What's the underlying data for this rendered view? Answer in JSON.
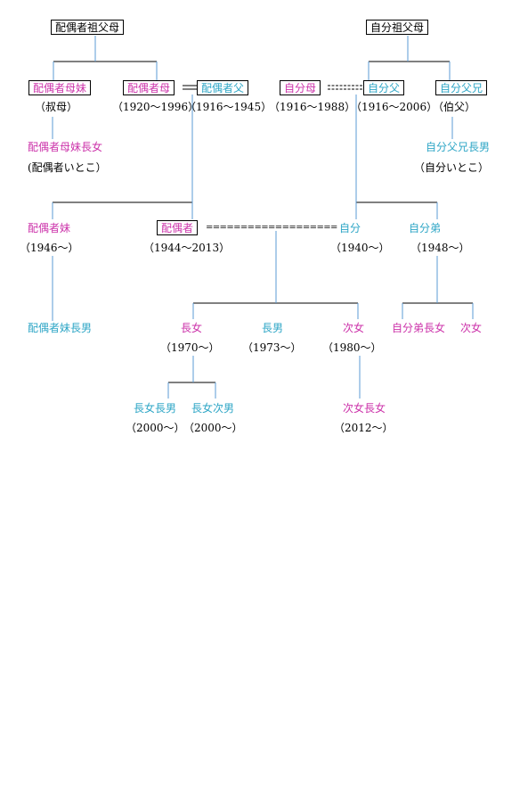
{
  "colors": {
    "female": "#cc33aa",
    "male": "#2ea6c6",
    "line": "#5b9bd5",
    "text": "#000000"
  },
  "top": {
    "spouse_grandparents": "配偶者祖父母",
    "self_grandparents": "自分祖父母"
  },
  "gen1": {
    "spouse_mother_sister": "配偶者母妹",
    "spouse_mother_sister_note": "（叔母）",
    "spouse_mother": "配偶者母",
    "spouse_mother_years": "（1920～1996）",
    "spouse_father": "配偶者父",
    "spouse_father_years": "（1916～1945）",
    "self_mother": "自分母",
    "self_mother_years": "（1916～1988）",
    "self_father": "自分父",
    "self_father_years": "（1916～2006）",
    "self_father_brother": "自分父兄",
    "self_father_brother_note": "（伯父）"
  },
  "cousins": {
    "spouse_cousin": "配偶者母妹長女",
    "spouse_cousin_note": "(配偶者いとこ）",
    "self_cousin": "自分父兄長男",
    "self_cousin_note": "（自分いとこ）"
  },
  "gen2": {
    "spouse_sister": "配偶者妹",
    "spouse_sister_years": "（1946～）",
    "spouse": "配偶者",
    "spouse_years": "（1944～2013）",
    "marriage_line": "===================",
    "self": "自分",
    "self_years": "（1940～）",
    "self_brother": "自分弟",
    "self_brother_years": "（1948～）"
  },
  "gen3": {
    "spouse_sister_son": "配偶者妹長男",
    "eldest_daughter": "長女",
    "eldest_daughter_years": "（1970～）",
    "eldest_son": "長男",
    "eldest_son_years": "（1973～）",
    "second_daughter": "次女",
    "second_daughter_years": "（1980～）",
    "brother_daughter1": "自分弟長女",
    "brother_daughter2": "次女"
  },
  "gen4": {
    "grandson1": "長女長男",
    "grandson1_years": "（2000～）",
    "grandson2": "長女次男",
    "grandson2_years": "（2000～）",
    "granddaughter": "次女長女",
    "granddaughter_years": "（2012～）"
  }
}
